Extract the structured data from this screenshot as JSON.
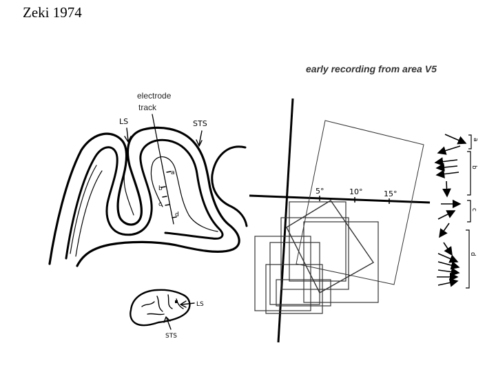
{
  "slide": {
    "title": "Zeki 1974"
  },
  "brain_section": {
    "electrode_label_line1": "electrode",
    "electrode_label_line2": "track",
    "ls_label": "LS",
    "sts_label": "STS",
    "track_marks": [
      "a",
      "b",
      "c",
      "d"
    ]
  },
  "brain_inset": {
    "ls_label": "LS",
    "sts_label": "STS"
  },
  "receptive_fields": {
    "title": "early recording from area V5",
    "axis_ticks": [
      "5°",
      "10°",
      "15°"
    ]
  },
  "direction_panel": {
    "group_labels": [
      "a",
      "b",
      "c",
      "d"
    ]
  }
}
